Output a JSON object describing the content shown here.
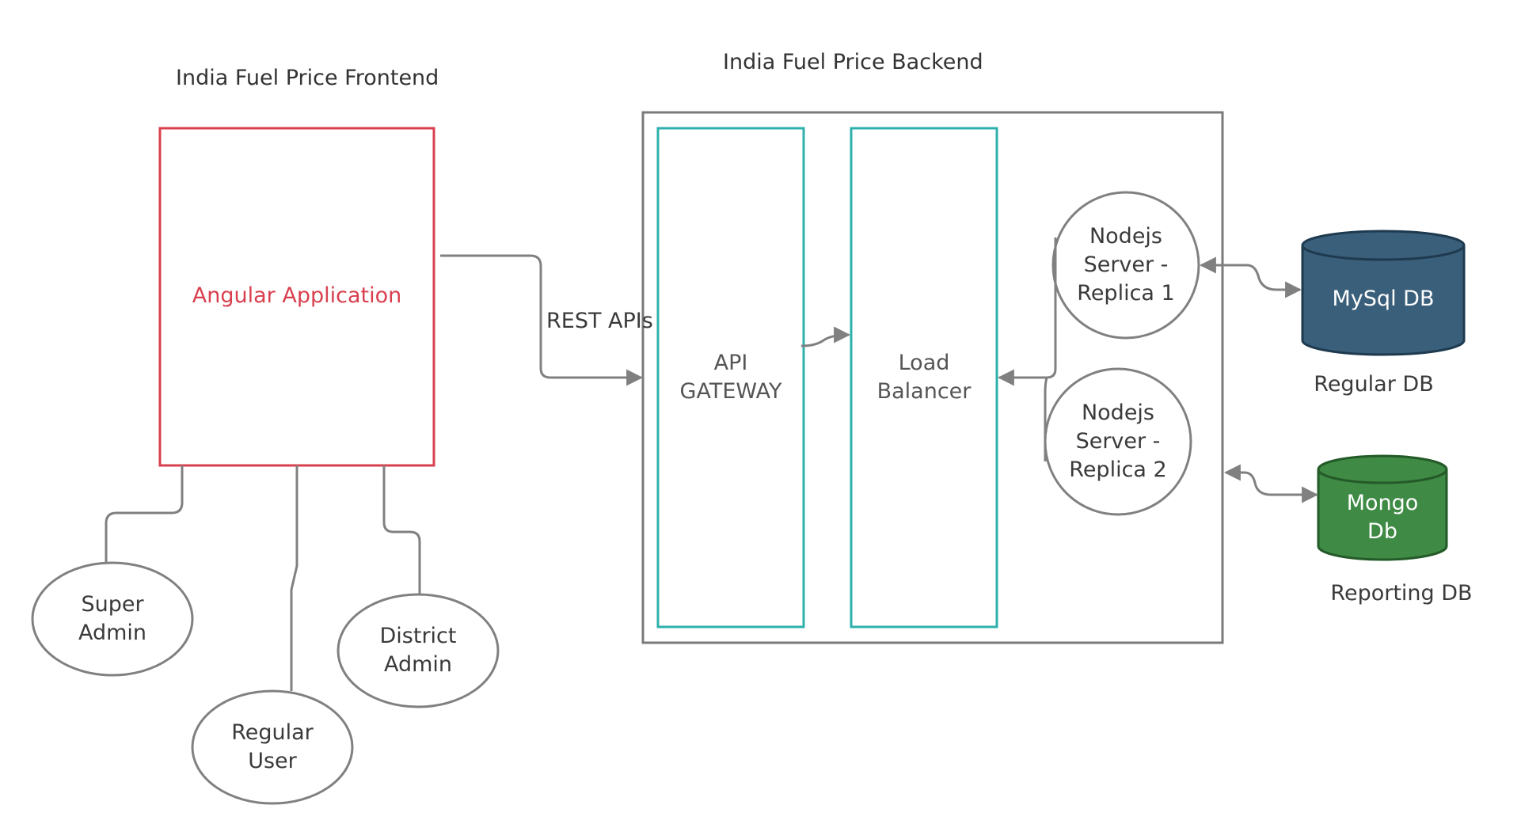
{
  "frontend": {
    "title": "India Fuel Price Frontend",
    "app_label": "Angular Application",
    "users": [
      {
        "label": "Super\nAdmin"
      },
      {
        "label": "Regular\nUser"
      },
      {
        "label": "District\nAdmin"
      }
    ]
  },
  "backend": {
    "title": "India Fuel Price Backend",
    "gateway_label": "API\nGATEWAY",
    "balancer_label": "Load\nBalancer",
    "servers": [
      {
        "label": "Nodejs\nServer -\nReplica 1"
      },
      {
        "label": "Nodejs\nServer -\nReplica 2"
      }
    ]
  },
  "connection": {
    "rest_label": "REST APIs"
  },
  "databases": [
    {
      "label": "MySql DB",
      "caption": "Regular DB",
      "color": "#3a5f7a"
    },
    {
      "label": "Mongo\nDb",
      "caption": "Reporting DB",
      "color": "#3f8a45"
    }
  ],
  "colors": {
    "frontend_border": "#d9404f",
    "frontend_text": "#d9404f",
    "teal_border": "#2fb0ad",
    "backend_border": "#7a7a7a",
    "connector": "#808080"
  }
}
